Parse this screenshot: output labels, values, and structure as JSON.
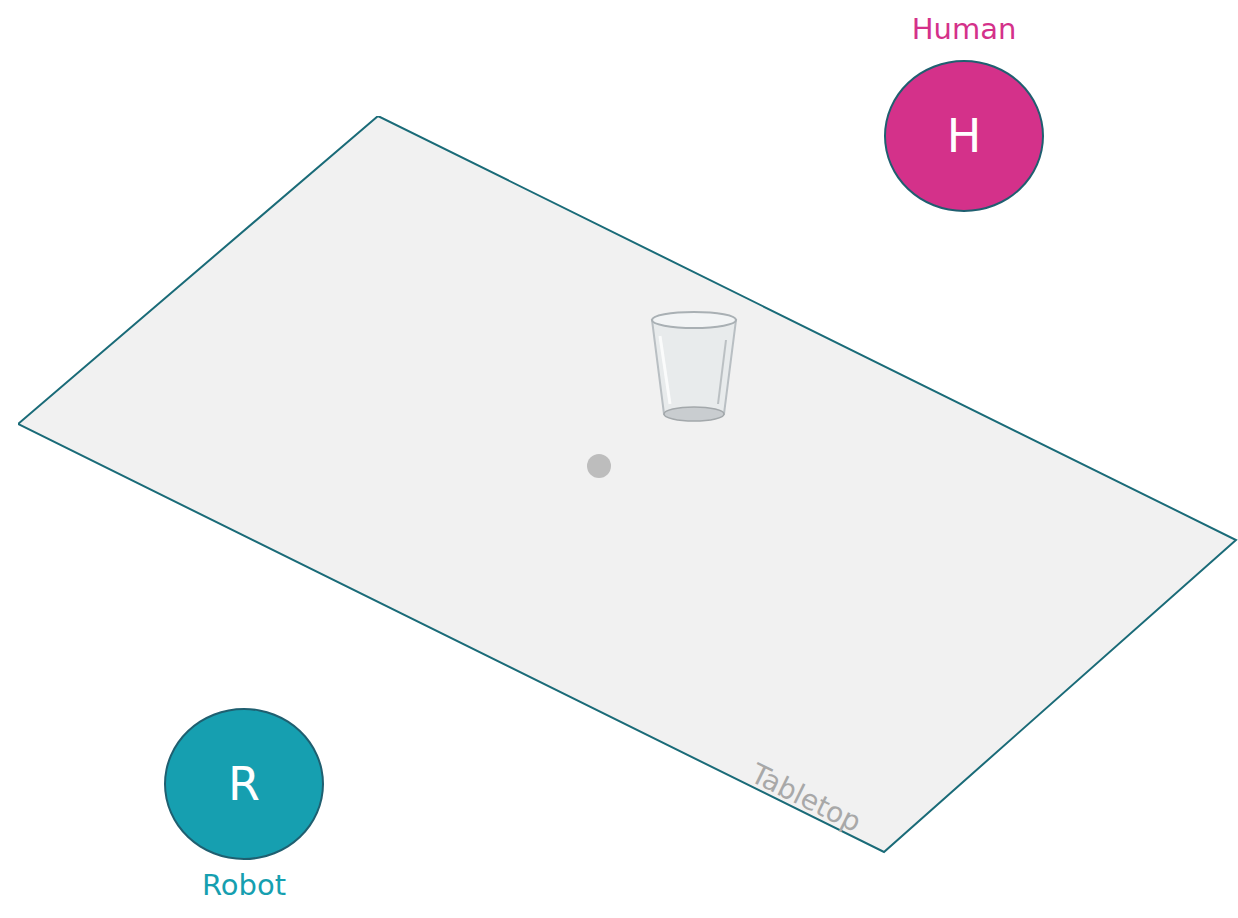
{
  "diagram": {
    "nodes": [
      {
        "text": [
          "Human",
          "H"
        ]
      },
      {
        "text": [
          "Tabletop"
        ]
      },
      {
        "text": [
          "R",
          "Robot"
        ]
      }
    ]
  }
}
